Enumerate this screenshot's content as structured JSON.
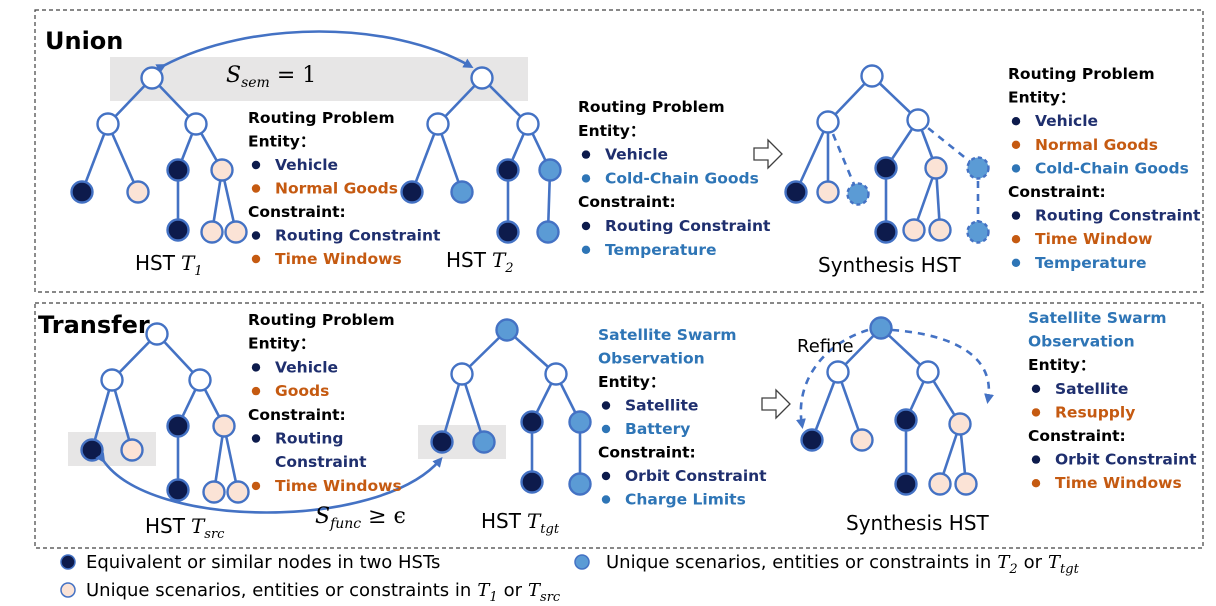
{
  "colors": {
    "dark": "#0d1b4c",
    "light": "#fbe3d6",
    "mid": "#5b9bd5",
    "accent": "#4472c4",
    "blue_text": "#2e75b6",
    "orange_text": "#c55a11",
    "navy_text": "#1f2f6e"
  },
  "union": {
    "title": "Union",
    "hst1_label": "HST",
    "hst1_sub": "1",
    "hst2_label": "HST",
    "hst2_sub": "2",
    "synth_label": "Synthesis HST",
    "similarity_label": "S",
    "similarity_sub": "sem",
    "similarity_value": " = 1",
    "info1": {
      "title": "Routing Problem",
      "entity": "Entity：",
      "entities": [
        {
          "text": "Vehicle",
          "kind": "dark"
        },
        {
          "text": "Normal Goods",
          "kind": "light"
        }
      ],
      "constraint": "Constraint:",
      "constraints": [
        {
          "text": "Routing  Constraint",
          "kind": "dark"
        },
        {
          "text": "Time Windows",
          "kind": "light"
        }
      ]
    },
    "info2": {
      "title": "Routing Problem",
      "entity": "Entity：",
      "entities": [
        {
          "text": "Vehicle",
          "kind": "dark"
        },
        {
          "text": "Cold-Chain Goods",
          "kind": "mid"
        }
      ],
      "constraint": "Constraint:",
      "constraints": [
        {
          "text": "Routing  Constraint",
          "kind": "dark"
        },
        {
          "text": "Temperature",
          "kind": "mid"
        }
      ]
    },
    "info3": {
      "title": "Routing Problem",
      "entity": "Entity：",
      "entities": [
        {
          "text": "Vehicle",
          "kind": "dark"
        },
        {
          "text": "Normal Goods",
          "kind": "light"
        },
        {
          "text": "Cold-Chain Goods",
          "kind": "mid"
        }
      ],
      "constraint": "Constraint:",
      "constraints": [
        {
          "text": "Routing  Constraint",
          "kind": "dark"
        },
        {
          "text": "Time Window",
          "kind": "light"
        },
        {
          "text": "Temperature",
          "kind": "mid"
        }
      ]
    }
  },
  "transfer": {
    "title": "Transfer",
    "src_label": "HST",
    "src_sub": "src",
    "tgt_label": "HST",
    "tgt_sub": "tgt",
    "synth_label": "Synthesis HST",
    "refine_label": "Refine",
    "similarity_label": "S",
    "similarity_sub": "func",
    "similarity_value": " ≥ ϵ",
    "info1": {
      "title": "Routing Problem",
      "entity": "Entity：",
      "entities": [
        {
          "text": "Vehicle",
          "kind": "dark"
        },
        {
          "text": "Goods",
          "kind": "light"
        }
      ],
      "constraint": "Constraint:",
      "constraints": [
        {
          "text": "Routing",
          "kind": "dark"
        },
        {
          "text": "Constraint",
          "kind": "cont"
        },
        {
          "text": "Time Windows",
          "kind": "light"
        }
      ]
    },
    "info2": {
      "title1": "Satellite Swarm",
      "title2": "Observation",
      "entity": "Entity：",
      "entities": [
        {
          "text": "Satellite",
          "kind": "dark"
        },
        {
          "text": "Battery",
          "kind": "mid"
        }
      ],
      "constraint": "Constraint:",
      "constraints": [
        {
          "text": "Orbit  Constraint",
          "kind": "dark"
        },
        {
          "text": "Charge Limits",
          "kind": "mid"
        }
      ]
    },
    "info3": {
      "title1": "Satellite Swarm",
      "title2": "Observation",
      "entity": "Entity：",
      "entities": [
        {
          "text": "Satellite",
          "kind": "dark"
        },
        {
          "text": "Resupply",
          "kind": "light"
        }
      ],
      "constraint": "Constraint:",
      "constraints": [
        {
          "text": "Orbit  Constraint",
          "kind": "dark"
        },
        {
          "text": "Time Windows",
          "kind": "light"
        }
      ]
    }
  },
  "legend": {
    "dark_text": "Equivalent or similar nodes in two HSTs",
    "mid_text": "Unique scenarios, entities or constraints in",
    "mid_sym1": "2",
    "mid_or": "or",
    "mid_sym2": "tgt",
    "light_text": "Unique scenarios, entities or constraints in",
    "light_sym1": "1",
    "light_or": "or",
    "light_sym2": "src"
  }
}
